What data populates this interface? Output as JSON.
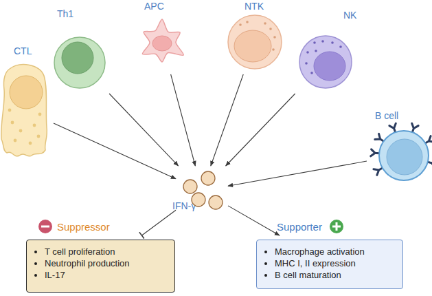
{
  "diagram": {
    "nodes": [
      {
        "text": [
          "CTL"
        ]
      },
      {
        "text": [
          "Th1"
        ]
      },
      {
        "text": [
          "APC"
        ]
      },
      {
        "text": [
          "NTK"
        ]
      },
      {
        "text": [
          "NK"
        ]
      },
      {
        "text": [
          "B cell"
        ]
      },
      {
        "text": [
          "IFN-γ"
        ]
      },
      {
        "text": [
          "Suppressor",
          "T cell proliferation",
          "Neutrophil production",
          "IL-17"
        ]
      },
      {
        "text": [
          "Supporter",
          "Macrophage activation",
          "MHC I, II expression",
          "B cell maturation"
        ]
      }
    ],
    "edges": [
      {
        "from": 0,
        "to": 6,
        "arrow": "to"
      },
      {
        "from": 1,
        "to": 6,
        "arrow": "to"
      },
      {
        "from": 2,
        "to": 6,
        "arrow": "to"
      },
      {
        "from": 3,
        "to": 6,
        "arrow": "to"
      },
      {
        "from": 4,
        "to": 6,
        "arrow": "to"
      },
      {
        "from": 5,
        "to": 6,
        "arrow": "to"
      },
      {
        "from": 6,
        "to": 7,
        "arrow": "to"
      },
      {
        "from": 6,
        "to": 8,
        "arrow": "to"
      }
    ]
  }
}
